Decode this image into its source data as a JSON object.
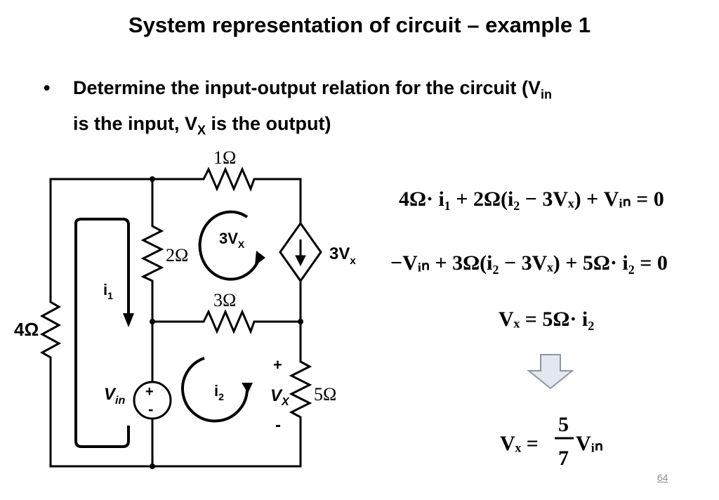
{
  "slide": {
    "title": "System representation of circuit – example 1",
    "bullet": {
      "symbol": "•",
      "text_part1": "Determine the input-output relation for the circuit (V",
      "sub1": "in",
      "text_part2": "is the input, V",
      "sub2": "X",
      "text_part3": " is the output)"
    },
    "page_number": "64"
  },
  "circuit": {
    "r1": "1Ω",
    "r2": "2Ω",
    "r3": "3Ω",
    "r4": "4Ω",
    "r5": "5Ω",
    "loop3_label": "3V",
    "loop3_sub": "X",
    "source_label": "3V",
    "source_sub": "x",
    "i1": "i",
    "i1_sub": "1",
    "i2": "i",
    "i2_sub": "2",
    "vin": "V",
    "vin_sub": "in",
    "vx": "V",
    "vx_sub": "X",
    "plus": "+",
    "minus": "-"
  },
  "equations": {
    "eq1": "4Ω· i₁ + 2Ω(i₂ − 3Vₓ) + Vᵢₙ = 0",
    "eq2": "−Vᵢₙ + 3Ω(i₂ − 3Vₓ) + 5Ω· i₂ = 0",
    "eq3": "Vₓ = 5Ω· i₂",
    "result_lhs": "Vₓ =",
    "result_num": "5",
    "result_den": "7",
    "result_rhs": "Vᵢₙ"
  }
}
